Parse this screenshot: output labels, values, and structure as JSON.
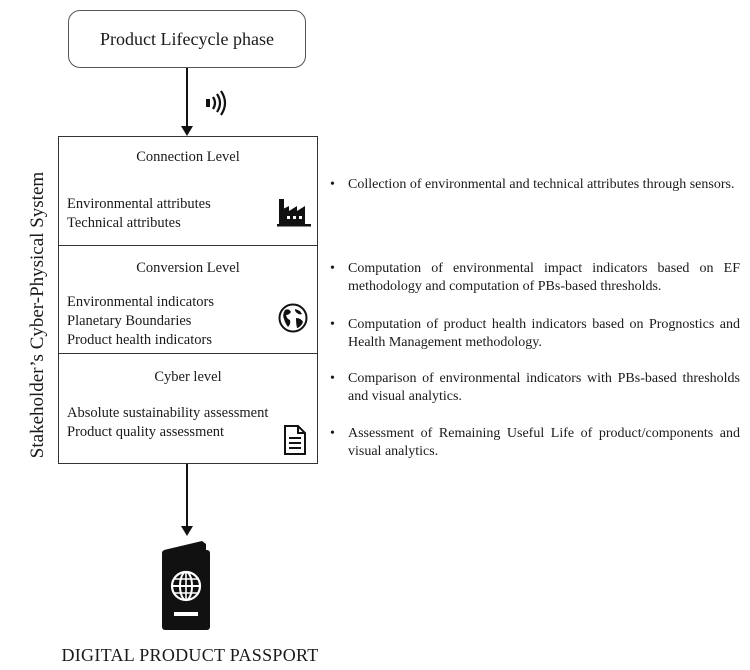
{
  "phase_box": {
    "label": "Product Lifecycle phase"
  },
  "side_label": "Stakeholder’s Cyber-Physical System",
  "levels": [
    {
      "title": "Connection Level",
      "attributes": [
        "Environmental attributes",
        "Technical attributes"
      ],
      "icon": "factory-icon"
    },
    {
      "title": "Conversion Level",
      "attributes": [
        "Environmental indicators",
        "Planetary Boundaries",
        "Product health indicators"
      ],
      "icon": "globe-icon"
    },
    {
      "title": "Cyber level",
      "attributes": [
        "Absolute sustainability assessment",
        "Product quality assessment"
      ],
      "icon": "document-icon"
    }
  ],
  "bullets": [
    "Collection of environmental and technical attributes through sensors.",
    "Computation of environmental impact indicators based on EF methodology and computation of PBs-based thresholds.",
    "Computation of product health indicators based on Prognostics and Health Management methodology.",
    "Comparison of environmental indicators with PBs-based thresholds and visual analytics.",
    "Assessment of Remaining Useful Life of product/components and visual analytics."
  ],
  "passport": {
    "label": "DIGITAL PRODUCT PASSPORT",
    "icon": "passport-icon"
  },
  "signal_icon": "wireless-signal-icon"
}
